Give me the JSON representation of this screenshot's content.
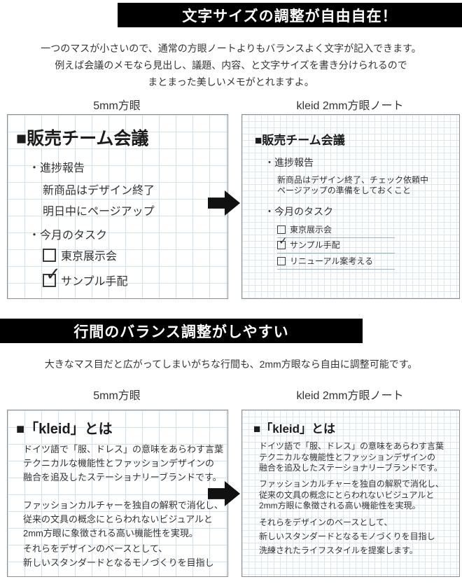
{
  "colors": {
    "banner_bg": "#000000",
    "banner_text": "#ffffff",
    "grid_line_5mm": "#d2e2ec",
    "grid_line_2mm": "#dbe7ef",
    "body_text": "#333333"
  },
  "icons": {
    "check": "✓"
  },
  "banner1": {
    "title": "文字サイズの調整が自由自在！"
  },
  "intro1": {
    "line1": "一つのマスが小さいので、通常の方眼ノートよりもバランスよく文字が記入できます。",
    "line2": "例えば会議のメモなら見出し、議題、内容、と文字サイズを書き分けられるので",
    "line3": "まとまった美しいメモがとれますよ。"
  },
  "section1": {
    "left_label": "5mm方眼",
    "right_label": "kleid 2mm方眼ノート",
    "left": {
      "heading": "■販売チーム会議",
      "item1": "・進捗報告",
      "note1": "新商品はデザイン終了",
      "note2": "明日中にページアップ",
      "item2": "・今月のタスク",
      "tasks": [
        {
          "label": "東京展示会",
          "checked": false
        },
        {
          "label": "サンプル手配",
          "checked": true
        }
      ]
    },
    "right": {
      "heading": "■販売チーム会議",
      "item1": "・進捗報告",
      "note1": "新商品はデザイン終了、チェック依頼中",
      "note2": "ページアップの準備をしておくこと",
      "item2": "・今月のタスク",
      "tasks": [
        {
          "label": "東京展示会",
          "checked": false
        },
        {
          "label": "サンプル手配",
          "checked": true
        },
        {
          "label": "リニューアル案考える",
          "checked": false
        }
      ]
    }
  },
  "banner2": {
    "title": "行間のバランス調整がしやすい"
  },
  "intro2": {
    "line1": "大きなマス目だと広がってしまいがちな行間も、2mm方眼なら自由に調整可能です。"
  },
  "section2": {
    "left_label": "5mm方眼",
    "right_label": "kleid 2mm方眼ノート",
    "left": {
      "heading": "■「kleid」とは",
      "para1": "ドイツ語で「服、ドレス」の意味をあらわす言葉\nテクニカルな機能性とファッションデザインの\n融合を追及したステーショナリーブランドです。",
      "para2": "ファッションカルチャーを独自の解釈で消化し、\n従来の文具の概念にとらわれないビジュアルと\n2mm方眼に象徴される高い機能性を実現。",
      "para3": "それらをデザインのベースとして、\n新しいスタンダードとなるモノづくりを目指し"
    },
    "right": {
      "heading": "■「kleid」とは",
      "para1": "ドイツ語で「服、ドレス」の意味をあらわす言葉\nテクニカルな機能性とファッションデザインの\n融合を追及したステーショナリーブランドです。",
      "para2": "ファッションカルチャーを独自の解釈で消化し、\n従来の文具の概念にとらわれないビジュアルと\n2mm方眼に象徴される高い機能性を実現。",
      "para3": "それらをデザインのベースとして、\n新しいスタンダードとなるモノづくりを目指し\n洗練されたライフスタイルを提案します。"
    }
  }
}
